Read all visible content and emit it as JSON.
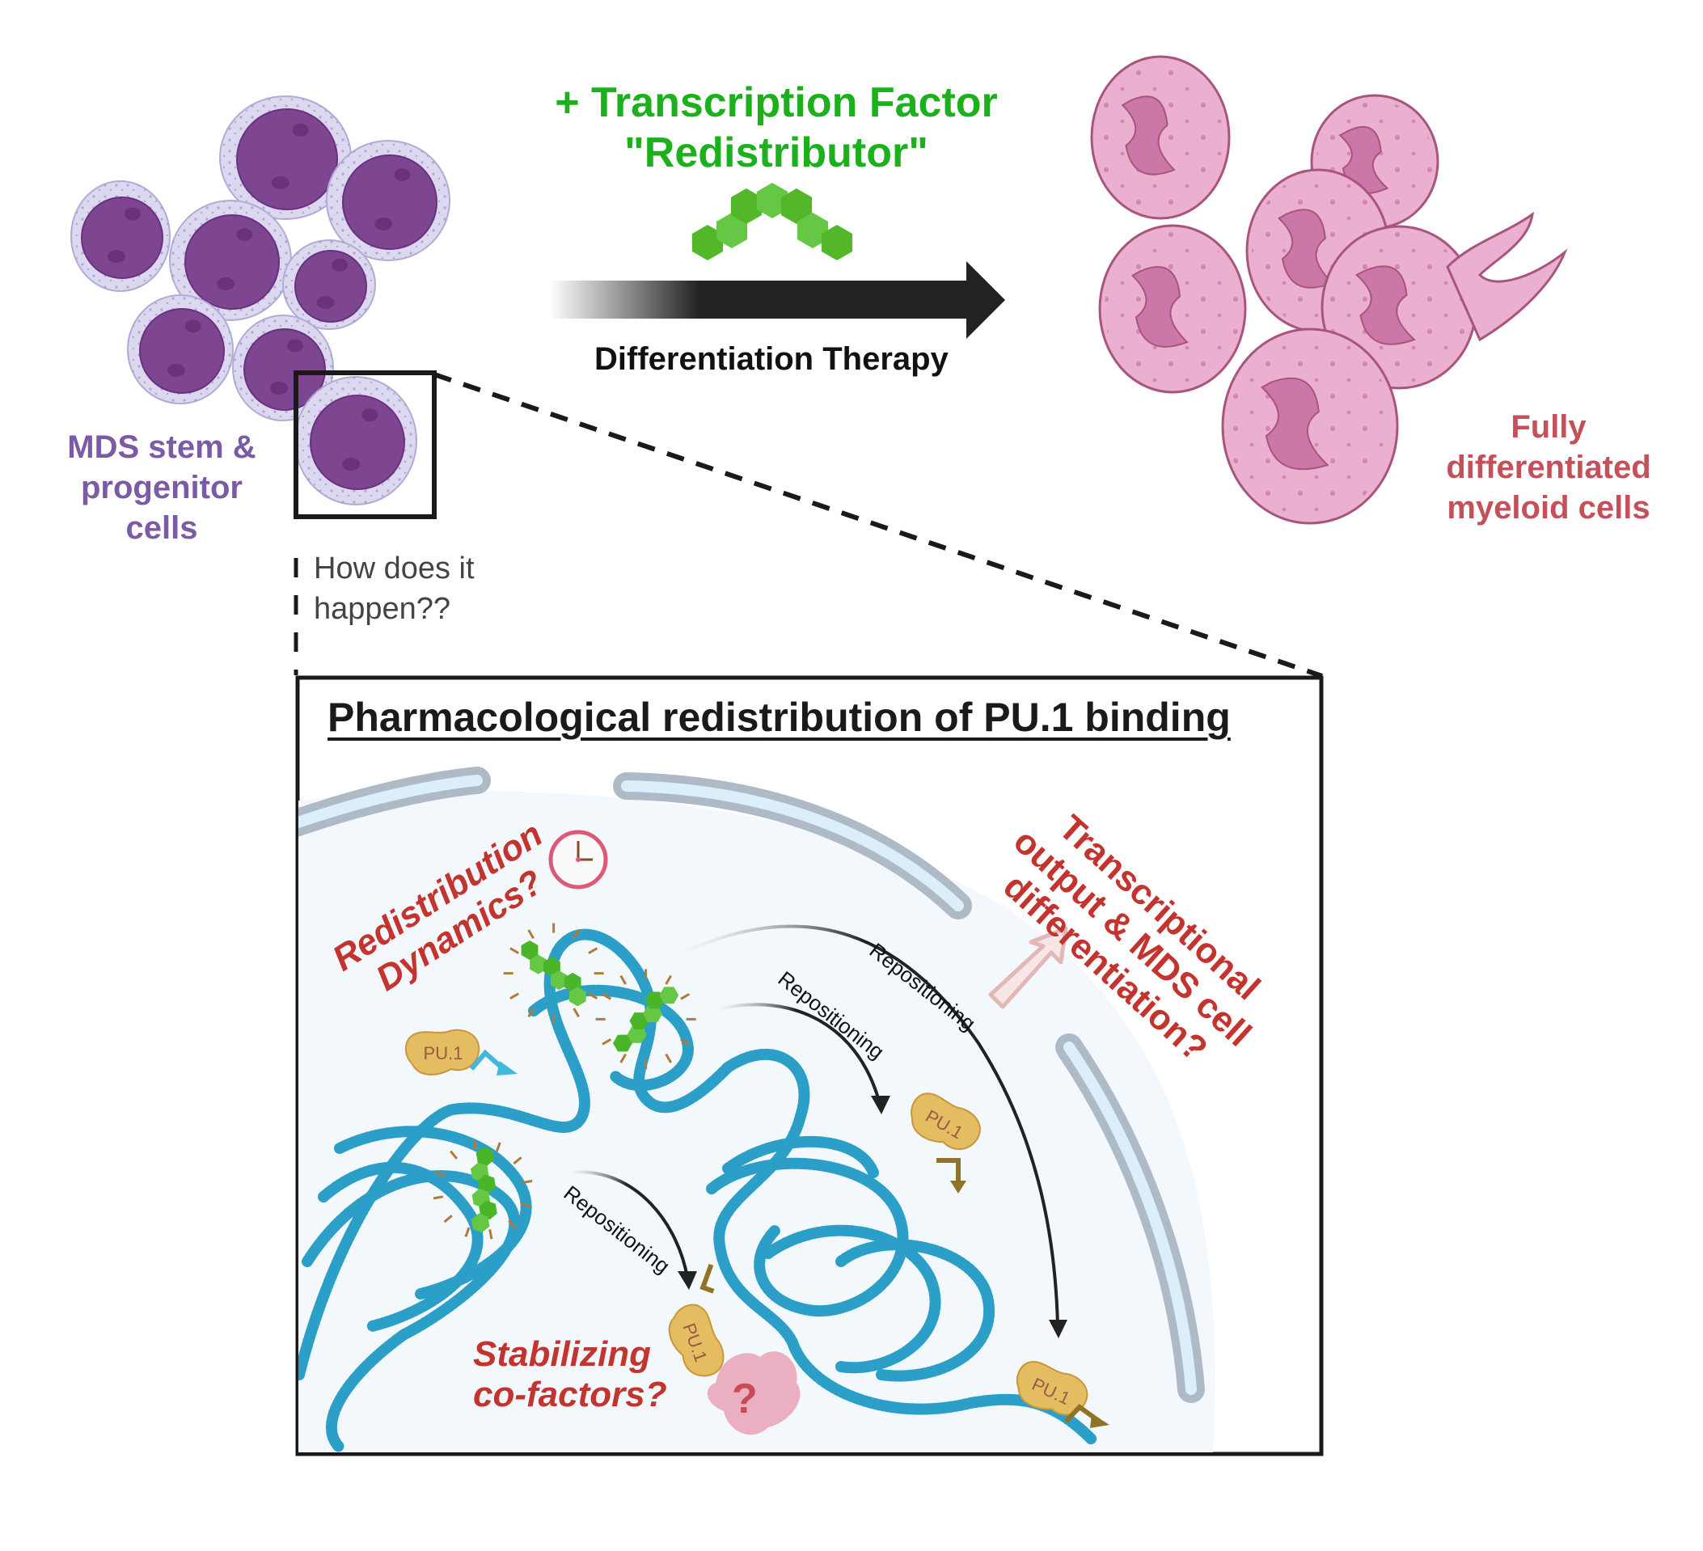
{
  "left_group": {
    "label_lines": [
      "MDS stem &",
      "progenitor",
      "cells"
    ],
    "cell_color": "#7e4591",
    "cytoplasm_color": "#dcd8ef"
  },
  "treatment": {
    "title_line1": "+ Transcription Factor",
    "title_line2": "\"Redistributor\"",
    "arrow_label": "Differentiation Therapy",
    "title_color": "#1db01d"
  },
  "right_group": {
    "label_lines": [
      "Fully",
      "differentiated",
      "myeloid cells"
    ],
    "cell_color": "#ebafd0",
    "nucleus_color": "#cb78a8"
  },
  "zoom_question": {
    "lines": [
      "How does it",
      "happen??"
    ]
  },
  "panel": {
    "title": "Pharmacological redistribution of PU.1 binding",
    "question_dynamics": [
      "Redistribution",
      "Dynamics?"
    ],
    "question_output": [
      "Transcriptional",
      "output & MDS cell",
      "differentiation?"
    ],
    "question_cofactors": [
      "Stabilizing",
      "co-factors?"
    ],
    "repositioning_labels": [
      "Repositioning",
      "Repositioning",
      "Repositioning"
    ],
    "protein_label": "PU.1",
    "cofactor_mark": "?",
    "icons": [
      "clock-icon",
      "transcription-start-arrow-icon",
      "output-arrow-icon"
    ],
    "colors": {
      "question_red": "#c4342f",
      "dna_blue": "#2b9fc7",
      "pu1_fill": "#e4bd63",
      "nuclear_envelope": "#aebbc7"
    }
  }
}
